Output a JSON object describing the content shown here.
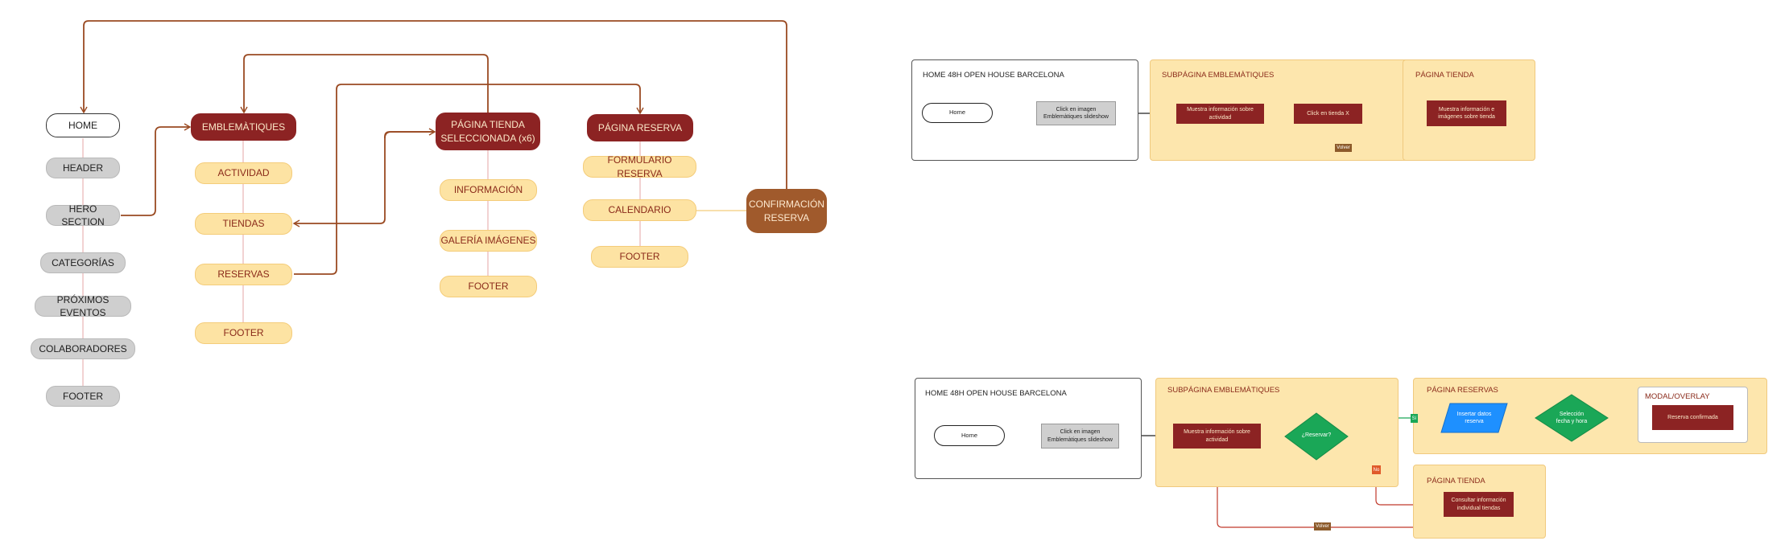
{
  "sitemap": {
    "home": "HOME",
    "home_sections": [
      "HEADER",
      "HERO SECTION",
      "CATEGORÍAS",
      "PRÓXIMOS EVENTOS",
      "COLABORADORES",
      "FOOTER"
    ],
    "emblematiques": "EMBLEMÀTIQUES",
    "emblematiques_sections": [
      "ACTIVIDAD",
      "TIENDAS",
      "RESERVAS",
      "FOOTER"
    ],
    "tienda": "PÁGINA TIENDA\nSELECCIONADA (x6)",
    "tienda_sections": [
      "INFORMACIÓN",
      "GALERÍA IMÁGENES",
      "FOOTER"
    ],
    "reserva": "PÁGINA RESERVA",
    "reserva_sections": [
      "FORMULARIO RESERVA",
      "CALENDARIO",
      "FOOTER"
    ],
    "confirmacion": "CONFIRMACIÓN\nRESERVA"
  },
  "flow1": {
    "home_frame_title": "HOME 48H OPEN HOUSE BARCELONA",
    "home": "Home",
    "click_slideshow": "Click en imagen\nEmblemàtiques slideshow",
    "sub_frame_title": "SUBPÁGINA EMBLEMÀTIQUES",
    "muestra_actividad": "Muestra información sobre\nactividad",
    "click_tienda": "Click en tienda X",
    "tienda_frame_title": "PÁGINA TIENDA",
    "muestra_tienda": "Muestra información e\nimágenes sobre tienda",
    "back_label": "Volver"
  },
  "flow2": {
    "home_frame_title": "HOME 48H OPEN HOUSE BARCELONA",
    "home": "Home",
    "click_slideshow": "Click en imagen\nEmblemàtiques slideshow",
    "sub_frame_title": "SUBPÁGINA EMBLEMÀTIQUES",
    "muestra_actividad": "Muestra información sobre\nactividad",
    "reservar": "¿Reservar?",
    "yes_label": "Sí",
    "no_label": "No",
    "reservas_frame_title": "PÁGINA RESERVAS",
    "insertar": "Insertar datos\nreserva",
    "seleccion": "Selección\nfecha y hora",
    "modal_title": "MODAL/OVERLAY",
    "confirmada": "Reserva confirmada",
    "tienda_frame_title": "PÁGINA TIENDA",
    "consultar": "Consultar información\nindividual tiendas",
    "back_label": "Volver"
  },
  "colors": {
    "dark_red": "#8c2323",
    "brown": "#a05a2c",
    "light_yellow": "#fde3a3",
    "frame_yellow": "#fde6ad",
    "gray": "#cfcfcf",
    "green": "#1aa757",
    "blue": "#1e90ff",
    "connector": "#9a4a22",
    "spine": "#e8b4b4"
  }
}
